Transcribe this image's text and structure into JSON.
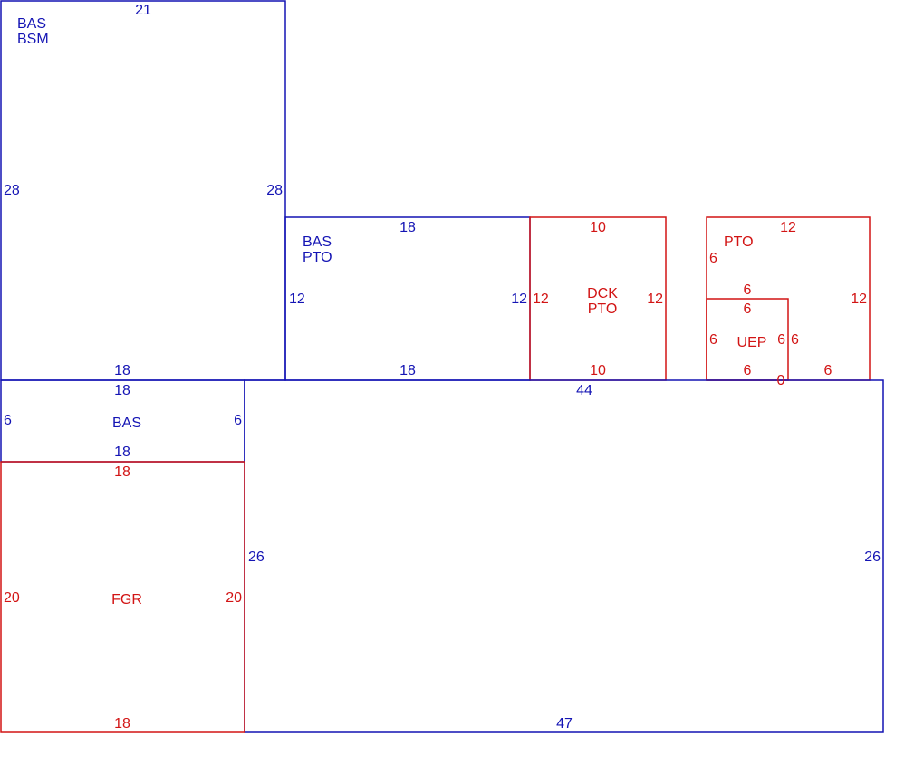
{
  "colors": {
    "blue": "#1414b4",
    "red": "#d21414"
  },
  "rooms": {
    "bas_bsm": {
      "label1": "BAS",
      "label2": "BSM",
      "top": "21",
      "left": "28",
      "right": "28",
      "bottom": "18"
    },
    "bas_pto": {
      "label1": "BAS",
      "label2": "PTO",
      "top": "18",
      "left": "12",
      "right": "12",
      "bottom": "18"
    },
    "dck_pto": {
      "label1": "DCK",
      "label2": "PTO",
      "top": "10",
      "left": "12",
      "right": "12",
      "bottom": "10"
    },
    "pto": {
      "label": "PTO",
      "top": "12",
      "left": "6",
      "right": "12",
      "bottom": "6",
      "inner_top": "6"
    },
    "uep": {
      "label": "UEP",
      "top": "6",
      "left": "6",
      "right_inner": "6",
      "right_outer": "6",
      "bottom": "6",
      "corner": "0"
    },
    "bas": {
      "label": "BAS",
      "top": "18",
      "left": "6",
      "right": "6",
      "bottom": "18"
    },
    "fgr": {
      "label": "FGR",
      "top": "18",
      "left": "20",
      "right": "20",
      "bottom": "18"
    },
    "large": {
      "top": "44",
      "left": "26",
      "right": "26",
      "bottom": "47"
    }
  }
}
